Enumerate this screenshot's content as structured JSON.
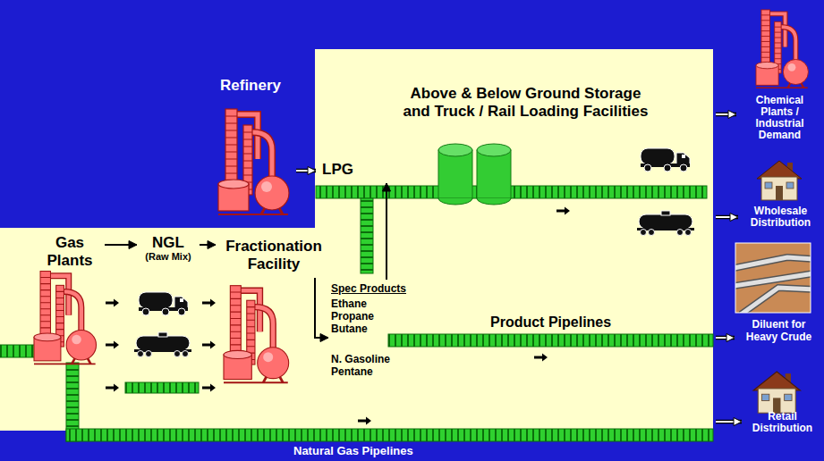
{
  "diagram": {
    "nodes": [
      {
        "text": [
          "Refinery"
        ]
      },
      {
        "text": [
          "Above & Below Ground Storage and Truck / Rail Loading Facilities"
        ]
      },
      {
        "text": [
          "LPG"
        ]
      },
      {
        "text": [
          "Chemical Plants / Industrial Demand"
        ]
      },
      {
        "text": [
          "Wholesale Distribution"
        ]
      },
      {
        "text": [
          "Gas Plants"
        ]
      },
      {
        "text": [
          "NGL",
          "(Raw Mix)"
        ]
      },
      {
        "text": [
          "Fractionation Facility"
        ]
      },
      {
        "text": [
          "Spec Products",
          "Ethane Propane Butane",
          "N. Gasoline Pentane"
        ]
      },
      {
        "text": [
          "Product Pipelines"
        ]
      },
      {
        "text": [
          "Diluent for Heavy Crude"
        ]
      },
      {
        "text": [
          "Natural Gas Pipelines"
        ]
      },
      {
        "text": [
          "Retail Distribution"
        ]
      }
    ],
    "edges": [
      {
        "from": 0,
        "to": 2,
        "arrow": "to"
      },
      {
        "from": 8,
        "to": 2,
        "arrow": "to"
      },
      {
        "from": 1,
        "to": 3,
        "arrow": "to"
      },
      {
        "from": 1,
        "to": 4,
        "arrow": "to"
      },
      {
        "from": 5,
        "to": 6,
        "arrow": "to"
      },
      {
        "from": 6,
        "to": 7,
        "arrow": "to"
      },
      {
        "from": 7,
        "to": 8,
        "arrow": "to"
      },
      {
        "from": 9,
        "to": 10,
        "arrow": "to"
      },
      {
        "from": 11,
        "to": 12,
        "arrow": "to"
      }
    ]
  }
}
